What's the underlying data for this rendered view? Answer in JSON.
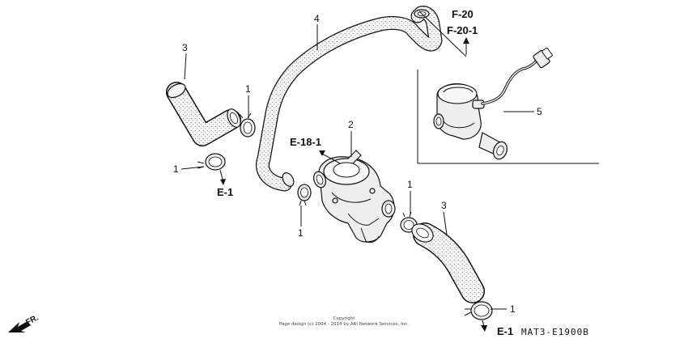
{
  "callouts": {
    "c1_upper_left_clamp": "1",
    "c1_left_clamp": "1",
    "c1_valve_clamp": "1",
    "c1_right_clamp": "1",
    "c1_bottom_clamp": "1",
    "c2_valve": "2",
    "c3_left_hose": "3",
    "c3_right_hose": "3",
    "c4_long_hose": "4",
    "c5_solenoid": "5"
  },
  "refs": {
    "f20": "F-20",
    "f20_1": "F-20-1",
    "e18_1": "E-18-1",
    "e1_left": "E-1",
    "e1_bottom": "E-1"
  },
  "direction_label": "FR.",
  "copyright": {
    "line1": "Copyright",
    "line2": "Page design (c) 2004 - 2014 by ARI Network Services, Inc."
  },
  "diagram_code": "MAT3-E1900B",
  "colors": {
    "line": "#111111",
    "fill": "#f4f4f4"
  }
}
